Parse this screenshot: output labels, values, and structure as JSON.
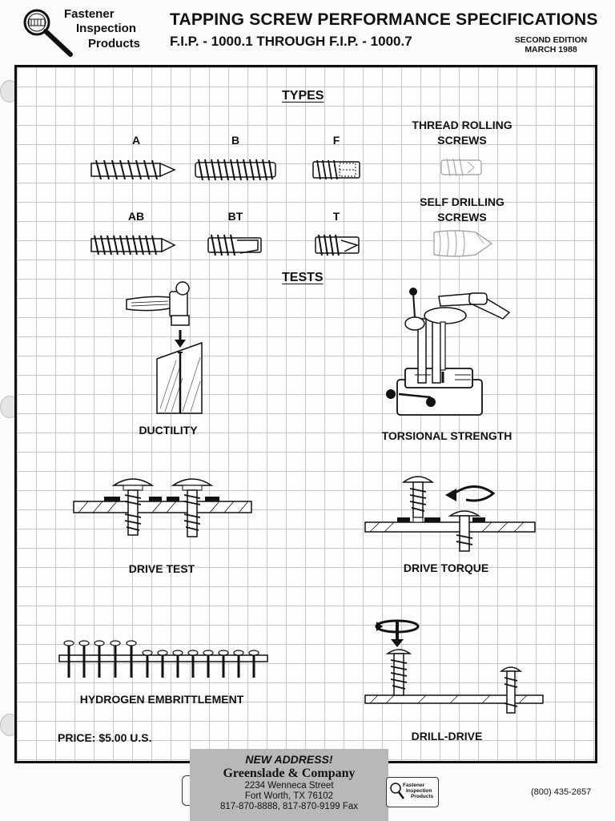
{
  "header": {
    "logo_lines": [
      "Fastener",
      "Inspection",
      "Products"
    ],
    "title": "TAPPING SCREW PERFORMANCE SPECIFICATIONS",
    "subtitle": "F.I.P. - 1000.1 THROUGH F.I.P. - 1000.7",
    "edition": "SECOND EDITION",
    "date": "MARCH 1988"
  },
  "types": {
    "heading": "TYPES",
    "labels": [
      "A",
      "B",
      "F",
      "AB",
      "BT",
      "T"
    ],
    "thread_rolling": "THREAD ROLLING SCREWS",
    "self_drilling": "SELF DRILLING SCREWS"
  },
  "tests": {
    "heading": "TESTS",
    "ductility": "DUCTILITY",
    "torsional": "TORSIONAL STRENGTH",
    "drive_test": "DRIVE TEST",
    "drive_torque": "DRIVE TORQUE",
    "hydrogen": "HYDROGEN EMBRITTLEMENT",
    "drill_drive": "DRILL-DRIVE"
  },
  "price": "PRICE: $5.00 U.S.",
  "address_label": {
    "heading": "NEW ADDRESS!",
    "company": "Greenslade & Company",
    "street": "2234 Wenneca Street",
    "city": "Fort Worth, TX 76102",
    "phones": "817-870-8888, 817-870-9199 Fax"
  },
  "footer": {
    "mini_logo_lines": [
      "Fastener",
      "Inspection",
      "Products"
    ],
    "phone": "(800) 435-2657"
  }
}
